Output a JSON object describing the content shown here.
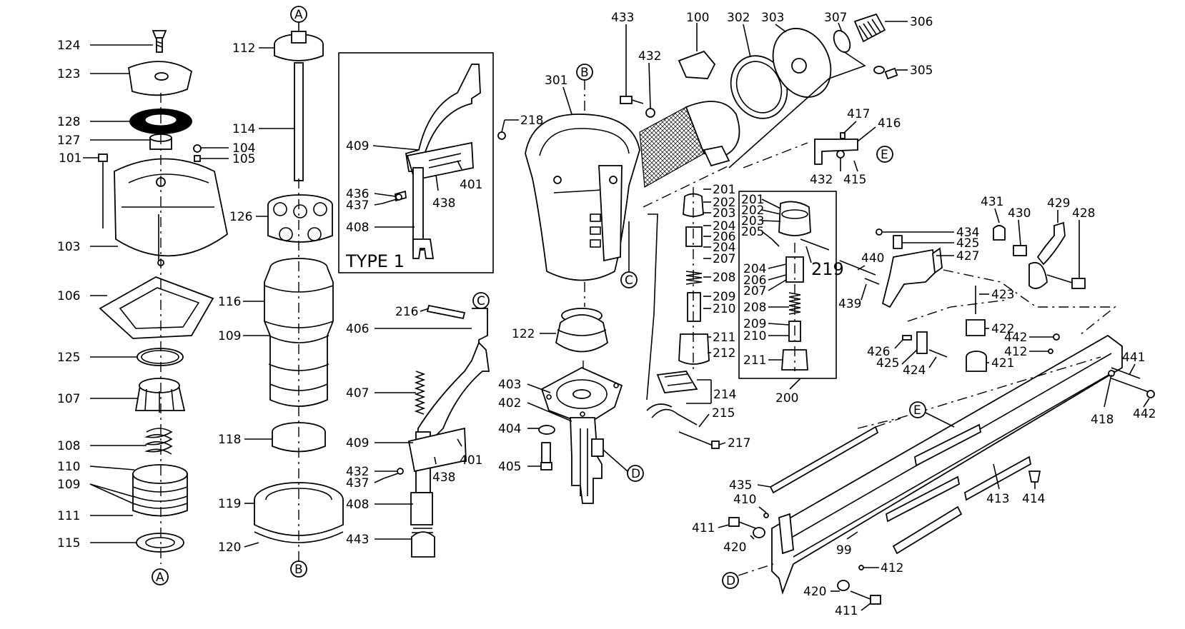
{
  "diagram": {
    "type": "exploded-parts-diagram",
    "inset_title": "TYPE 1",
    "callouts": [
      "A",
      "B",
      "C",
      "D",
      "E"
    ],
    "part_numbers": [
      "124",
      "123",
      "128",
      "127",
      "104",
      "105",
      "101",
      "103",
      "106",
      "125",
      "107",
      "108",
      "110",
      "109",
      "111",
      "115",
      "112",
      "114",
      "126",
      "116",
      "109",
      "118",
      "119",
      "120",
      "409",
      "436",
      "437",
      "438",
      "401",
      "408",
      "216",
      "406",
      "407",
      "409",
      "432",
      "437",
      "438",
      "401",
      "408",
      "443",
      "301",
      "218",
      "433",
      "432",
      "100",
      "302",
      "303",
      "307",
      "306",
      "305",
      "417",
      "416",
      "432",
      "415",
      "122",
      "403",
      "402",
      "404",
      "405",
      "201",
      "202",
      "203",
      "204",
      "206",
      "204",
      "207",
      "208",
      "209",
      "210",
      "211",
      "212",
      "214",
      "215",
      "217",
      "201",
      "202",
      "203",
      "205",
      "219",
      "204",
      "206",
      "207",
      "208",
      "209",
      "210",
      "211",
      "200",
      "434",
      "425",
      "427",
      "440",
      "439",
      "431",
      "430",
      "429",
      "428",
      "423",
      "422",
      "426",
      "425",
      "424",
      "421",
      "442",
      "412",
      "441",
      "418",
      "442",
      "435",
      "410",
      "413",
      "414",
      "411",
      "420",
      "99",
      "412",
      "420",
      "411"
    ]
  }
}
